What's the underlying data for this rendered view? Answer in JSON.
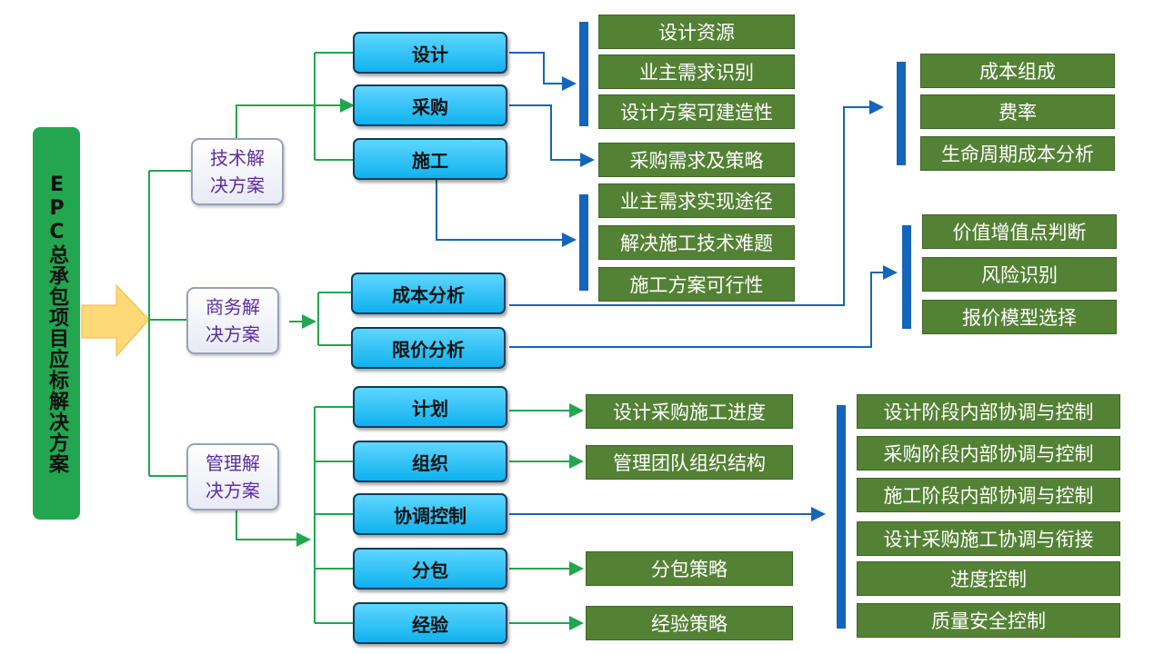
{
  "root": "EPC总承包项目应标解决方案",
  "categories": {
    "tech": "技术解决方案",
    "biz": "商务解决方案",
    "mgmt": "管理解决方案"
  },
  "tech_items": {
    "design": "设计",
    "procure": "采购",
    "construct": "施工"
  },
  "biz_items": {
    "cost": "成本分析",
    "limit": "限价分析"
  },
  "mgmt_items": {
    "plan": "计划",
    "org": "组织",
    "coord": "协调控制",
    "sub": "分包",
    "exp": "经验"
  },
  "design_outputs": [
    "设计资源",
    "业主需求识别",
    "设计方案可建造性"
  ],
  "procure_outputs": [
    "采购需求及策略"
  ],
  "construct_outputs": [
    "业主需求实现途径",
    "解决施工技术难题",
    "施工方案可行性"
  ],
  "cost_outputs": [
    "成本组成",
    "费率",
    "生命周期成本分析"
  ],
  "limit_outputs": [
    "价值增值点判断",
    "风险识别",
    "报价模型选择"
  ],
  "plan_output": "设计采购施工进度",
  "org_output": "管理团队组织结构",
  "coord_outputs": [
    "设计阶段内部协调与控制",
    "采购阶段内部协调与控制",
    "施工阶段内部协调与控制",
    "设计采购施工协调与衔接",
    "进度控制",
    "质量安全控制"
  ],
  "sub_output": "分包策略",
  "exp_output": "经验策略"
}
